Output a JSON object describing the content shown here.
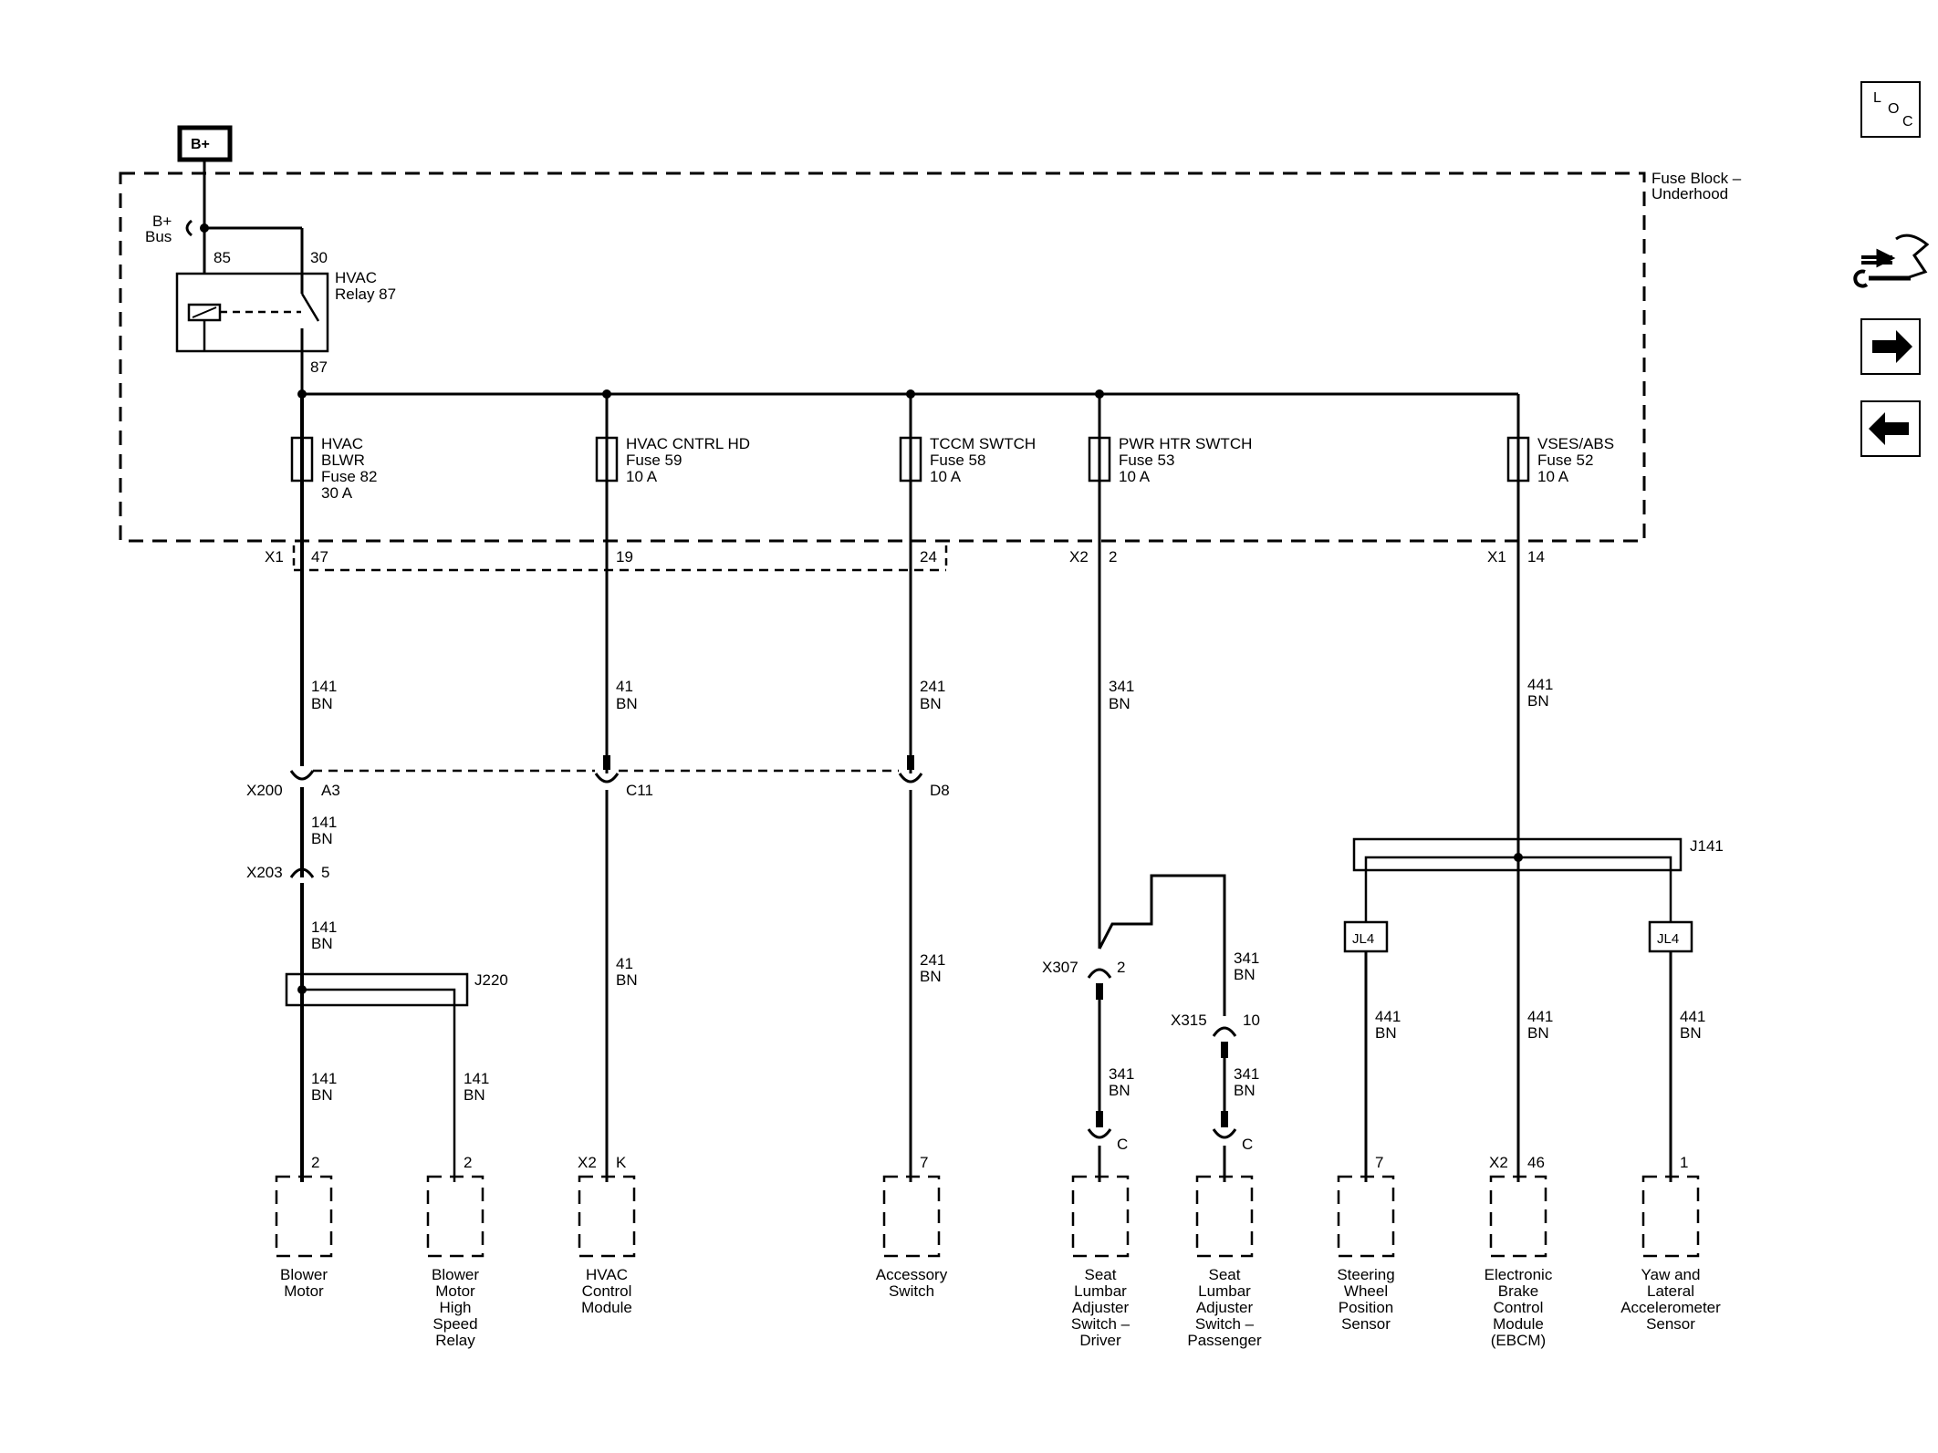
{
  "power": {
    "source": "B+",
    "bus_line1": "B+",
    "bus_line2": "Bus"
  },
  "fuse_block": {
    "line1": "Fuse Block –",
    "line2": "Underhood"
  },
  "relay": {
    "name_line1": "HVAC",
    "name_line2": "Relay 87",
    "pin85": "85",
    "pin30": "30",
    "pin87": "87"
  },
  "fuses": [
    {
      "l1": "HVAC",
      "l2": "BLWR",
      "l3": "Fuse 82",
      "l4": "30 A"
    },
    {
      "l1": "HVAC CNTRL HD",
      "l2": "Fuse 59",
      "l3": "10 A"
    },
    {
      "l1": "TCCM SWTCH",
      "l2": "Fuse 58",
      "l3": "10 A"
    },
    {
      "l1": "PWR HTR SWTCH",
      "l2": "Fuse 53",
      "l3": "10 A"
    },
    {
      "l1": "VSES/ABS",
      "l2": "Fuse 52",
      "l3": "10 A"
    }
  ],
  "connectors": {
    "x1_a": "X1",
    "x1_a_p47": "47",
    "x1_a_p19": "19",
    "x1_a_p24": "24",
    "x2_a": "X2",
    "x2_a_p2": "2",
    "x1_b": "X1",
    "x1_b_p14": "14",
    "x200": "X200",
    "x200_a3": "A3",
    "x200_c11": "C11",
    "x200_d8": "D8",
    "x203": "X203",
    "x203_p": "5",
    "j220": "J220",
    "x307": "X307",
    "x307_p": "2",
    "x315": "X315",
    "x315_p": "10",
    "j141": "J141",
    "jl4_l": "JL4",
    "jl4_r": "JL4",
    "c_driver": "C",
    "c_pass": "C"
  },
  "wires": {
    "w141_a_n": "141",
    "w141_a_c": "BN",
    "w41_a_n": "41",
    "w41_a_c": "BN",
    "w241_a_n": "241",
    "w241_a_c": "BN",
    "w341_a_n": "341",
    "w341_a_c": "BN",
    "w441_a_n": "441",
    "w441_a_c": "BN",
    "w141_b_n": "141",
    "w141_b_c": "BN",
    "w141_c_n": "141",
    "w141_c_c": "BN",
    "w141_d_n": "141",
    "w141_d_c": "BN",
    "w141_e_n": "141",
    "w141_e_c": "BN",
    "w41_b_n": "41",
    "w41_b_c": "BN",
    "w241_b_n": "241",
    "w241_b_c": "BN",
    "w341_b_n": "341",
    "w341_b_c": "BN",
    "w341_c_n": "341",
    "w341_c_c": "BN",
    "w341_d_n": "341",
    "w341_d_c": "BN",
    "w441_b_n": "441",
    "w441_b_c": "BN",
    "w441_c_n": "441",
    "w441_c_c": "BN",
    "w441_d_n": "441",
    "w441_d_c": "BN"
  },
  "components": [
    {
      "pin": "2",
      "name": [
        "Blower",
        "Motor"
      ]
    },
    {
      "pin": "2",
      "name": [
        "Blower",
        "Motor",
        "High",
        "Speed",
        "Relay"
      ]
    },
    {
      "conn": "X2",
      "pin": "K",
      "name": [
        "HVAC",
        "Control",
        "Module"
      ]
    },
    {
      "pin": "7",
      "name": [
        "Accessory",
        "Switch"
      ]
    },
    {
      "name": [
        "Seat",
        "Lumbar",
        "Adjuster",
        "Switch –",
        "Driver"
      ]
    },
    {
      "name": [
        "Seat",
        "Lumbar",
        "Adjuster",
        "Switch –",
        "Passenger"
      ]
    },
    {
      "pin": "7",
      "name": [
        "Steering",
        "Wheel",
        "Position",
        "Sensor"
      ]
    },
    {
      "conn": "X2",
      "pin": "46",
      "name": [
        "Electronic",
        "Brake",
        "Control",
        "Module",
        "(EBCM)"
      ]
    },
    {
      "pin": "1",
      "name": [
        "Yaw and",
        "Lateral",
        "Accelerometer",
        "Sensor"
      ]
    }
  ],
  "nav": {
    "loc_l": "L",
    "loc_o": "O",
    "loc_c": "C",
    "arrow_icons": [
      "right-arrow-icon",
      "left-arrow-icon"
    ]
  },
  "colors": {
    "line": "#000000",
    "background": "#ffffff"
  }
}
